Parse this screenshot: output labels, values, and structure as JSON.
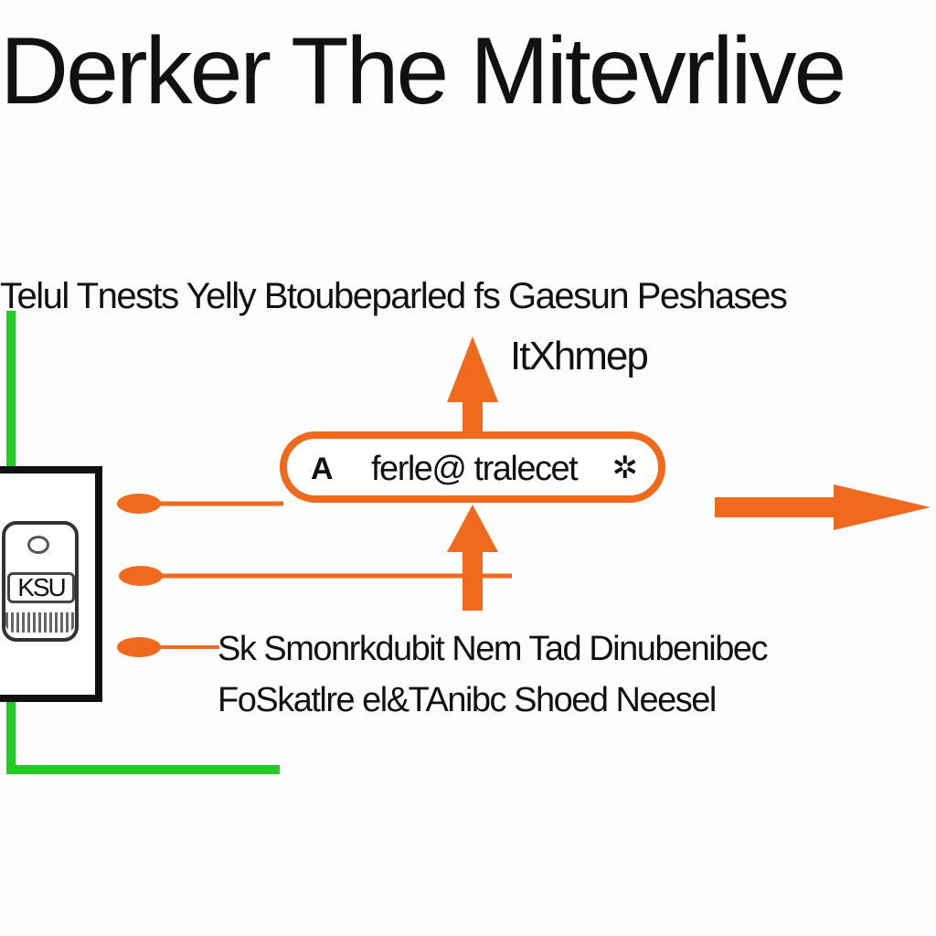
{
  "diagram": {
    "title": "Derker The Mitevrlive",
    "subtitle": "Telul Tnests Yelly Btoubeparled fs Gaesun Peshases",
    "top_label": "ItXhmep",
    "node": {
      "left_mark": "A",
      "label": "ferle@ tralecet",
      "icon": "gear-icon"
    },
    "device_label": "KSU",
    "bottom_line_1": "Sk Smonrkdubit Nem Tad Dinubenibec",
    "bottom_line_2": "FoSkatlre el&TAnibc Shoed Neesel",
    "colors": {
      "accent_orange": "#ef6a1d",
      "accent_green": "#22cc22",
      "text": "#111111",
      "background": "#fdfdfd"
    }
  }
}
